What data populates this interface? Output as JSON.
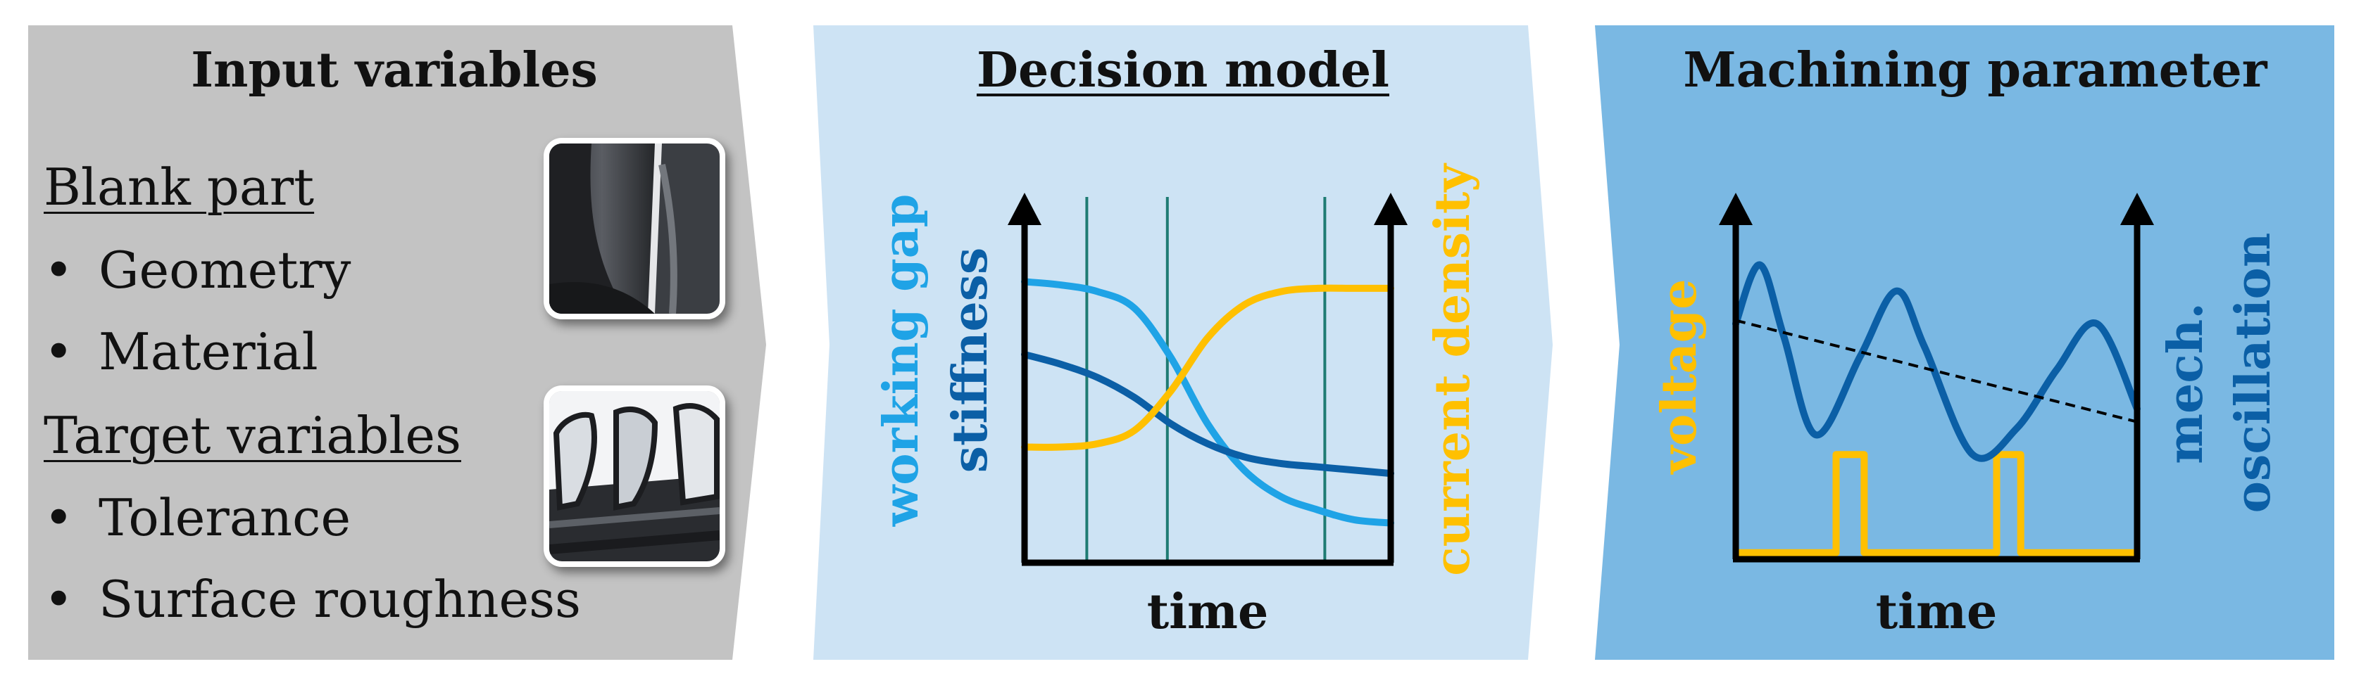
{
  "panels": {
    "input": {
      "title": "Input variables",
      "sections": [
        {
          "heading": "Blank part",
          "items": [
            "Geometry",
            "Material"
          ]
        },
        {
          "heading": "Target variables",
          "items": [
            "Tolerance",
            "Surface roughness"
          ]
        }
      ],
      "bullet_symbol": "•"
    },
    "decision": {
      "title": "Decision model",
      "xlabel": "time",
      "left_labels": [
        "working gap",
        "stiffness"
      ],
      "right_label": "current density"
    },
    "machining": {
      "title": "Machining parameter",
      "xlabel": "time",
      "left_label": "voltage",
      "right_labels": [
        "mech.",
        "oscillation"
      ]
    }
  },
  "colors": {
    "panel_gray": "#c3c3c3",
    "panel_light_blue": "#cde3f4",
    "panel_blue": "#7ab8e3",
    "light_blue_line": "#1fa3e6",
    "dark_blue_line": "#0b5fa6",
    "yellow_line": "#ffc000",
    "teal_line": "#1e7b73",
    "axis": "#000000"
  },
  "chart_data": [
    {
      "type": "line",
      "title": "Decision model",
      "xlabel": "time",
      "ylabel": "working gap / stiffness",
      "y2label": "current density",
      "x": [
        0,
        0.1,
        0.2,
        0.3,
        0.4,
        0.5,
        0.6,
        0.7,
        0.8,
        0.9,
        1.0
      ],
      "series": [
        {
          "name": "working gap",
          "color": "#1fa3e6",
          "values": [
            0.85,
            0.84,
            0.82,
            0.77,
            0.62,
            0.42,
            0.28,
            0.2,
            0.16,
            0.13,
            0.12
          ]
        },
        {
          "name": "stiffness",
          "color": "#0b5fa6",
          "values": [
            0.63,
            0.6,
            0.56,
            0.5,
            0.42,
            0.36,
            0.32,
            0.3,
            0.29,
            0.28,
            0.27
          ]
        },
        {
          "name": "current density",
          "color": "#ffc000",
          "values": [
            0.35,
            0.35,
            0.36,
            0.4,
            0.52,
            0.68,
            0.78,
            0.82,
            0.83,
            0.83,
            0.83
          ]
        }
      ],
      "vertical_markers_x": [
        0.17,
        0.39,
        0.82
      ],
      "ylim": [
        0,
        1
      ],
      "grid": false,
      "axis_ticks": "none"
    },
    {
      "type": "line",
      "title": "Machining parameter",
      "xlabel": "time",
      "ylabel": "voltage",
      "y2label": "mech. oscillation",
      "series": [
        {
          "name": "mech. oscillation",
          "color": "#0b5fa6",
          "x": [
            0,
            0.06,
            0.12,
            0.2,
            0.31,
            0.4,
            0.47,
            0.59,
            0.7,
            0.8,
            0.9,
            1.0
          ],
          "values": [
            0.72,
            0.9,
            0.68,
            0.38,
            0.62,
            0.82,
            0.65,
            0.32,
            0.4,
            0.58,
            0.72,
            0.46
          ]
        },
        {
          "name": "voltage",
          "color": "#ffc000",
          "x": [
            0,
            0.25,
            0.25,
            0.32,
            0.32,
            1.0
          ],
          "values": [
            0.02,
            0.02,
            0.32,
            0.32,
            0.02,
            0.02
          ],
          "pulses": [
            [
              0.25,
              0.32
            ],
            [
              0.65,
              0.71
            ]
          ]
        },
        {
          "name": "trend",
          "color": "#000000",
          "style": "dashed",
          "x": [
            0,
            1
          ],
          "values": [
            0.73,
            0.42
          ]
        }
      ],
      "ylim": [
        0,
        1
      ],
      "grid": false,
      "axis_ticks": "none"
    }
  ]
}
